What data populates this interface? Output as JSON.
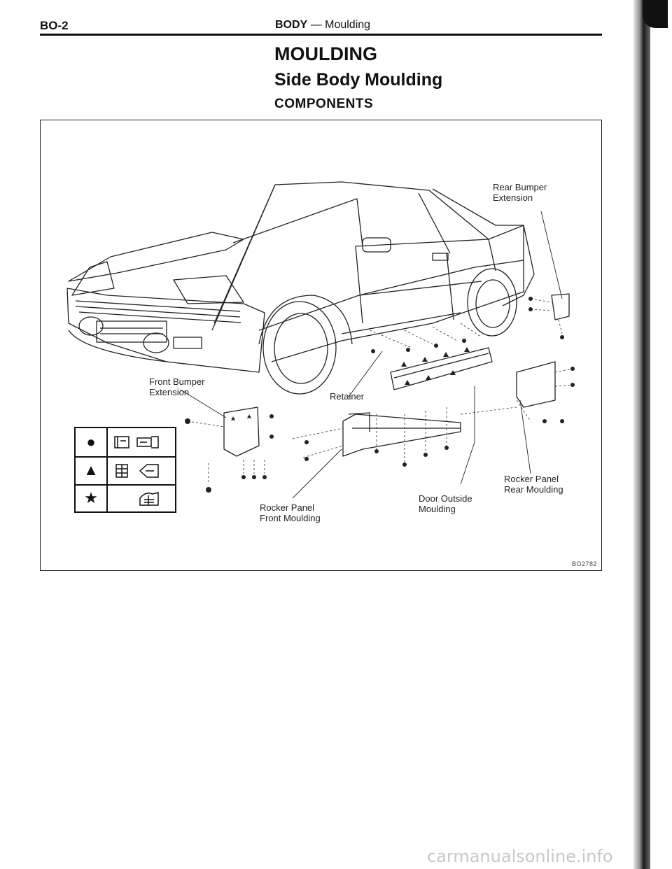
{
  "header": {
    "code": "BO-2",
    "section": "BODY",
    "separator": " — ",
    "subsection": "Moulding"
  },
  "titles": {
    "main": "MOULDING",
    "sub": "Side Body Moulding",
    "section": "COMPONENTS"
  },
  "figure": {
    "labels": {
      "rear_bumper_extension": "Rear Bumper\nExtension",
      "front_bumper_extension": "Front Bumper\nExtension",
      "retainer": "Retainer",
      "rocker_panel_rear": "Rocker Panel\nRear Moulding",
      "door_outside": "Door Outside\nMoulding",
      "rocker_panel_front": "Rocker Panel\nFront Moulding"
    },
    "figure_id": "BO2782",
    "legend": [
      {
        "symbol": "●",
        "name": "circle-clip"
      },
      {
        "symbol": "▲",
        "name": "triangle-clip"
      },
      {
        "symbol": "★",
        "name": "star-clip"
      }
    ]
  },
  "watermark": "carmanualsonline.info"
}
